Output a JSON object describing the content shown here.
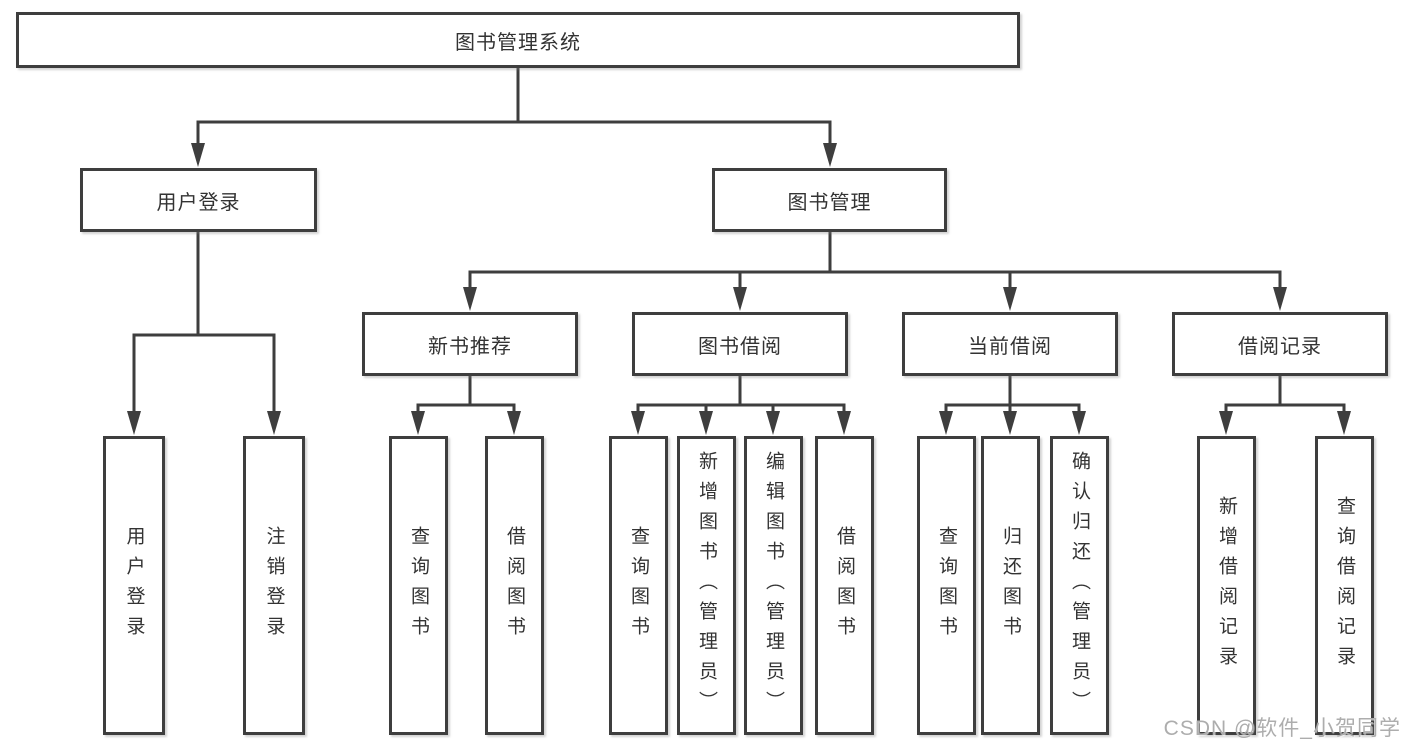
{
  "diagram": {
    "root_label": "图书管理系统",
    "level2": [
      {
        "label": "用户登录"
      },
      {
        "label": "图书管理"
      }
    ],
    "level3": [
      {
        "label": "新书推荐"
      },
      {
        "label": "图书借阅"
      },
      {
        "label": "当前借阅"
      },
      {
        "label": "借阅记录"
      }
    ],
    "leaves": {
      "user_login": [
        "用户登录",
        "注销登录"
      ],
      "new_book": [
        "查询图书",
        "借阅图书"
      ],
      "book_borrow": [
        "查询图书",
        "新增图书（管理员）",
        "编辑图书（管理员）",
        "借阅图书"
      ],
      "current_borrow": [
        "查询图书",
        "归还图书",
        "确认归还（管理员）"
      ],
      "borrow_record": [
        "新增借阅记录",
        "查询借阅记录"
      ]
    }
  },
  "watermark": "CSDN @软件_小贺同学"
}
